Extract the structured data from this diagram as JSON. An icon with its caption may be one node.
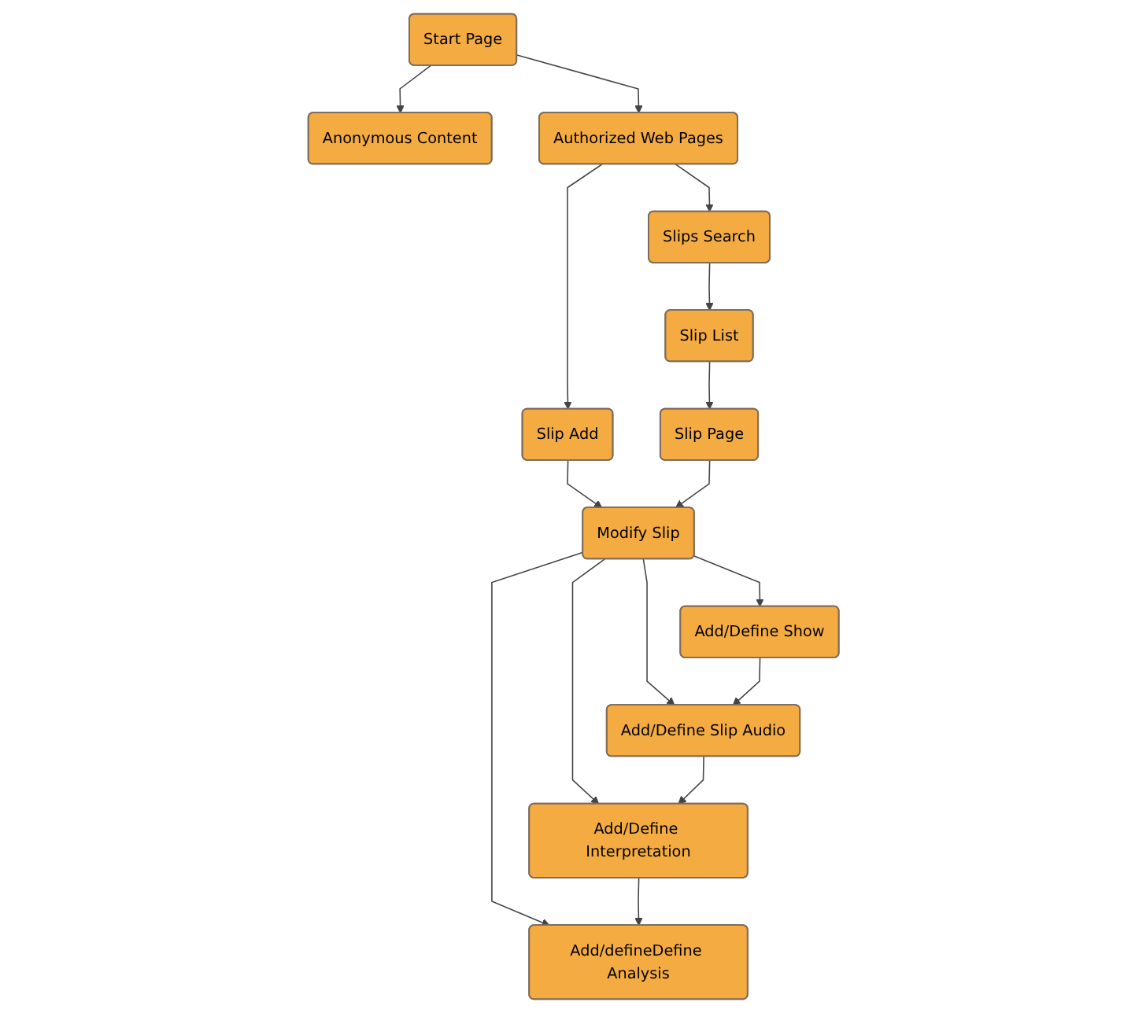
{
  "diagram": {
    "nodes": [
      {
        "text": [
          "Start Page"
        ]
      },
      {
        "text": [
          "Anonymous Content"
        ]
      },
      {
        "text": [
          "Authorized Web Pages"
        ]
      },
      {
        "text": [
          "Slip Add"
        ]
      },
      {
        "text": [
          "Slips Search"
        ]
      },
      {
        "text": [
          "Modify Slip"
        ]
      },
      {
        "text": [
          "Add/Define Show"
        ]
      },
      {
        "text": [
          "Add/Define Slip Audio"
        ]
      },
      {
        "text": [
          "Slip List"
        ]
      },
      {
        "text": [
          "Add/Define Interpretation"
        ]
      },
      {
        "text": [
          "Slip Page"
        ]
      },
      {
        "text": [
          "Add/defineDefine Analysis"
        ]
      }
    ],
    "edges": [
      {
        "from": 0,
        "to": 2,
        "arrow": "to"
      },
      {
        "from": 0,
        "to": 1,
        "arrow": "to"
      },
      {
        "from": 2,
        "to": 3,
        "arrow": "to"
      },
      {
        "from": 2,
        "to": 4,
        "arrow": "to"
      },
      {
        "from": 3,
        "to": 5,
        "arrow": "to"
      },
      {
        "from": 4,
        "to": 8,
        "arrow": "to"
      },
      {
        "from": 8,
        "to": 10,
        "arrow": "to"
      },
      {
        "from": 10,
        "to": 5,
        "arrow": "to"
      },
      {
        "from": 5,
        "to": 6,
        "arrow": "to"
      },
      {
        "from": 5,
        "to": 7,
        "arrow": "to"
      },
      {
        "from": 5,
        "to": 9,
        "arrow": "to"
      },
      {
        "from": 5,
        "to": 11,
        "arrow": "to"
      },
      {
        "from": 6,
        "to": 7,
        "arrow": "to"
      },
      {
        "from": 7,
        "to": 9,
        "arrow": "to"
      },
      {
        "from": 9,
        "to": 11,
        "arrow": "to"
      }
    ]
  }
}
